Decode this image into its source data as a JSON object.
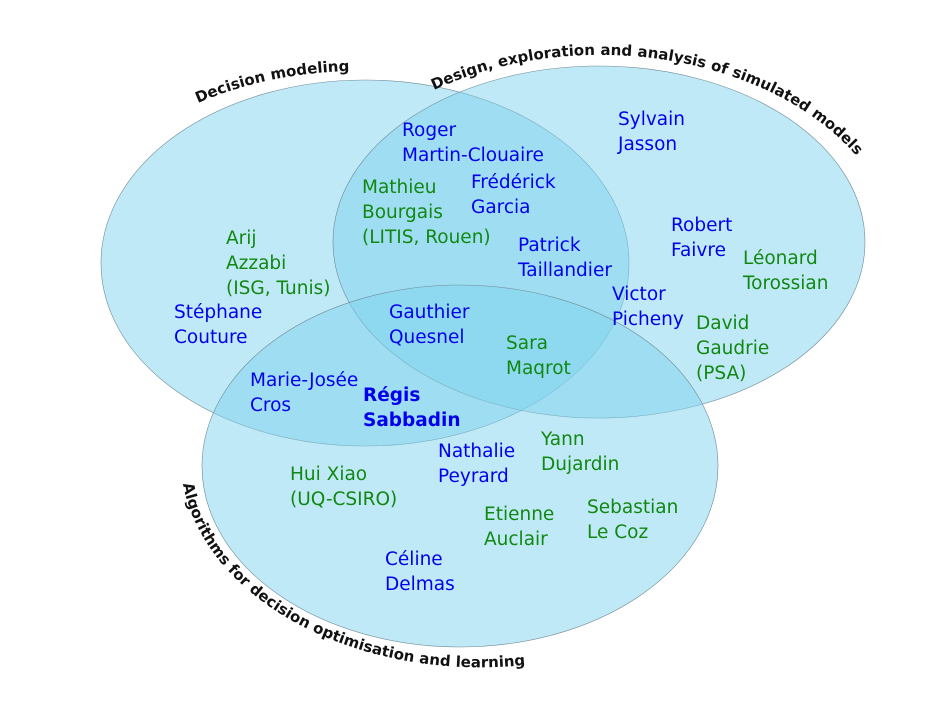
{
  "sets": [
    {
      "label": "Decision modeling"
    },
    {
      "label": "Design, exploration and analysis of simulated models"
    },
    {
      "label": "Algorithms for decision optimisation and learning"
    }
  ],
  "people": [
    {
      "id": "roger",
      "lines": [
        "Roger",
        "Martin-Clouaire"
      ],
      "color": "blue"
    },
    {
      "id": "mathieu",
      "lines": [
        "Mathieu",
        "Bourgais",
        "(LITIS, Rouen)"
      ],
      "color": "green"
    },
    {
      "id": "frederick",
      "lines": [
        "Frédérick",
        "Garcia"
      ],
      "color": "blue"
    },
    {
      "id": "patrick",
      "lines": [
        "Patrick",
        "Taillandier"
      ],
      "color": "blue"
    },
    {
      "id": "sylvain",
      "lines": [
        "Sylvain",
        "Jasson"
      ],
      "color": "blue"
    },
    {
      "id": "robert",
      "lines": [
        "Robert",
        "Faivre"
      ],
      "color": "blue"
    },
    {
      "id": "leonard",
      "lines": [
        "Léonard",
        "Torossian"
      ],
      "color": "green"
    },
    {
      "id": "victor",
      "lines": [
        "Victor",
        "Picheny"
      ],
      "color": "blue"
    },
    {
      "id": "david",
      "lines": [
        "David",
        "Gaudrie",
        "(PSA)"
      ],
      "color": "green"
    },
    {
      "id": "arij",
      "lines": [
        "Arij",
        "Azzabi",
        "(ISG, Tunis)"
      ],
      "color": "green"
    },
    {
      "id": "stephane",
      "lines": [
        "Stéphane",
        "Couture"
      ],
      "color": "blue"
    },
    {
      "id": "gauthier",
      "lines": [
        "Gauthier",
        "Quesnel"
      ],
      "color": "blue"
    },
    {
      "id": "sara",
      "lines": [
        "Sara",
        "Maqrot"
      ],
      "color": "green"
    },
    {
      "id": "mariejosee",
      "lines": [
        "Marie-Josée",
        "Cros"
      ],
      "color": "blue"
    },
    {
      "id": "regis",
      "lines": [
        "Régis",
        "Sabbadin"
      ],
      "color": "blue",
      "bold": true
    },
    {
      "id": "nathalie",
      "lines": [
        "Nathalie",
        "Peyrard"
      ],
      "color": "blue"
    },
    {
      "id": "yann",
      "lines": [
        "Yann",
        "Dujardin"
      ],
      "color": "green"
    },
    {
      "id": "huixiao",
      "lines": [
        "Hui Xiao",
        "(UQ-CSIRO)"
      ],
      "color": "green"
    },
    {
      "id": "etienne",
      "lines": [
        "Etienne",
        "Auclair"
      ],
      "color": "green"
    },
    {
      "id": "sebastian",
      "lines": [
        "Sebastian",
        "Le Coz"
      ],
      "color": "green"
    },
    {
      "id": "celine",
      "lines": [
        "Céline",
        "Delmas"
      ],
      "color": "blue"
    }
  ]
}
